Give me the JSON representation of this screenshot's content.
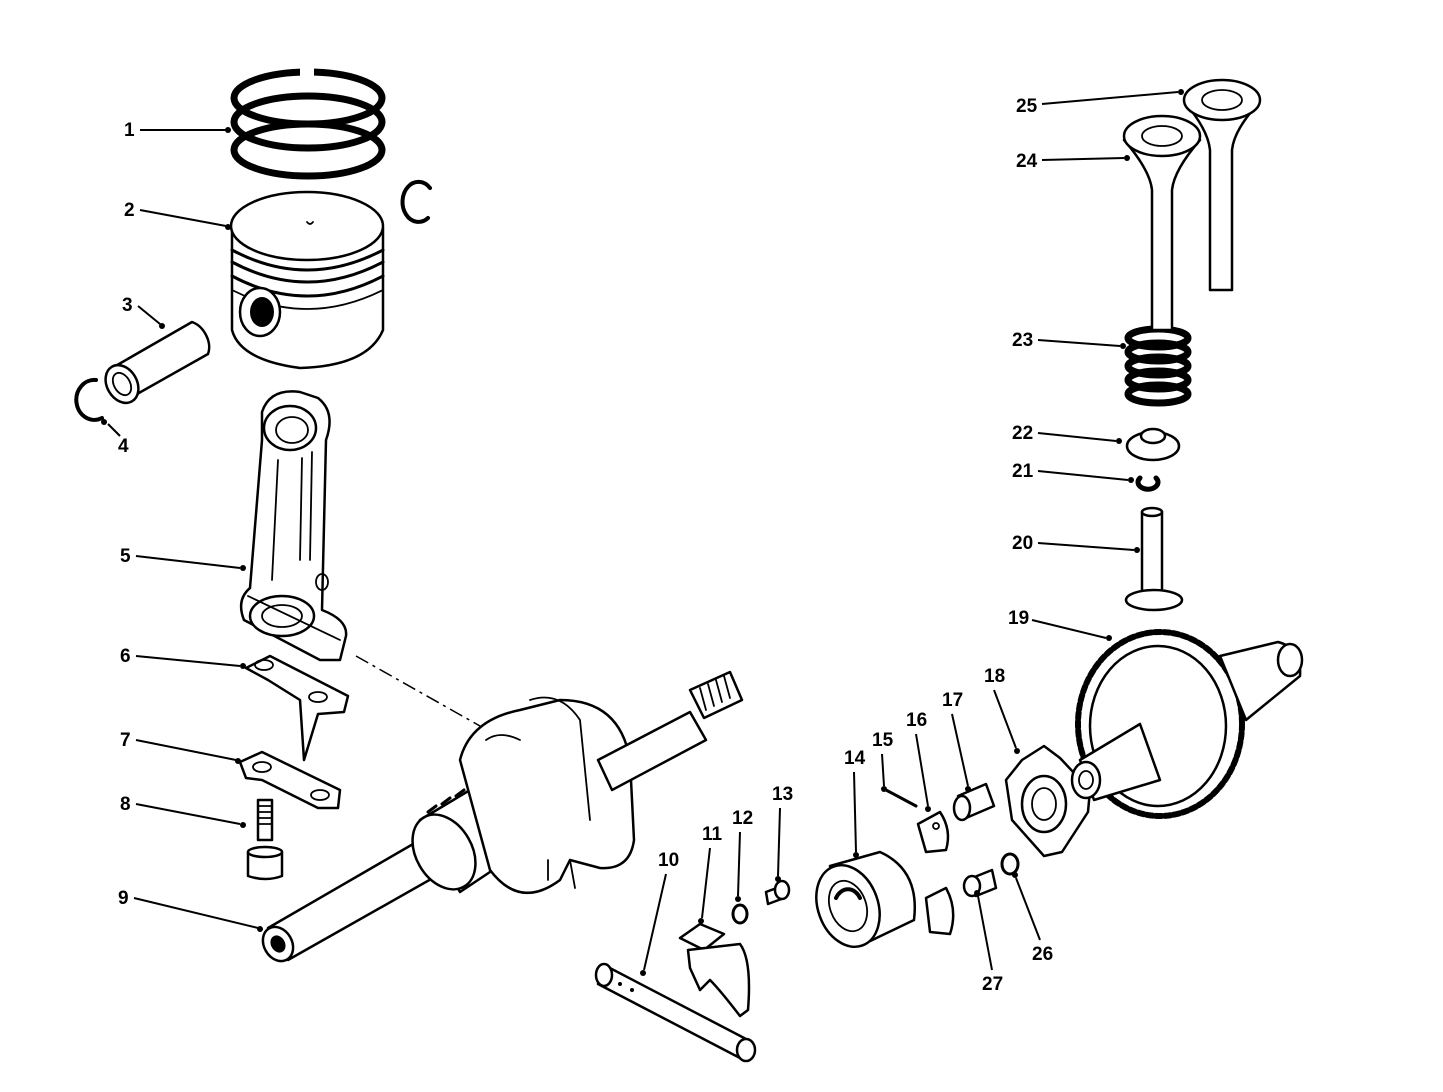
{
  "diagram": {
    "parts": [
      {
        "id": "1",
        "label": "1",
        "name": "piston-rings"
      },
      {
        "id": "2",
        "label": "2",
        "name": "piston"
      },
      {
        "id": "3",
        "label": "3",
        "name": "piston-pin"
      },
      {
        "id": "4",
        "label": "4",
        "name": "pin-clip"
      },
      {
        "id": "5",
        "label": "5",
        "name": "connecting-rod"
      },
      {
        "id": "6",
        "label": "6",
        "name": "oil-dipper"
      },
      {
        "id": "7",
        "label": "7",
        "name": "lock-plate"
      },
      {
        "id": "8",
        "label": "8",
        "name": "rod-bolt"
      },
      {
        "id": "9",
        "label": "9",
        "name": "crankshaft"
      },
      {
        "id": "10",
        "label": "10",
        "name": "governor-shaft"
      },
      {
        "id": "11",
        "label": "11",
        "name": "governor-fork"
      },
      {
        "id": "12",
        "label": "12",
        "name": "washer"
      },
      {
        "id": "13",
        "label": "13",
        "name": "screw"
      },
      {
        "id": "14",
        "label": "14",
        "name": "governor-sleeve"
      },
      {
        "id": "15",
        "label": "15",
        "name": "pin"
      },
      {
        "id": "16",
        "label": "16",
        "name": "weight"
      },
      {
        "id": "17",
        "label": "17",
        "name": "pin"
      },
      {
        "id": "18",
        "label": "18",
        "name": "bracket"
      },
      {
        "id": "19",
        "label": "19",
        "name": "camshaft-gear"
      },
      {
        "id": "20",
        "label": "20",
        "name": "valve-lifter"
      },
      {
        "id": "21",
        "label": "21",
        "name": "valve-keeper"
      },
      {
        "id": "22",
        "label": "22",
        "name": "spring-retainer"
      },
      {
        "id": "23",
        "label": "23",
        "name": "valve-spring"
      },
      {
        "id": "24",
        "label": "24",
        "name": "intake-valve"
      },
      {
        "id": "25",
        "label": "25",
        "name": "exhaust-valve"
      },
      {
        "id": "26",
        "label": "26",
        "name": "washer"
      },
      {
        "id": "27",
        "label": "27",
        "name": "screw"
      }
    ]
  }
}
